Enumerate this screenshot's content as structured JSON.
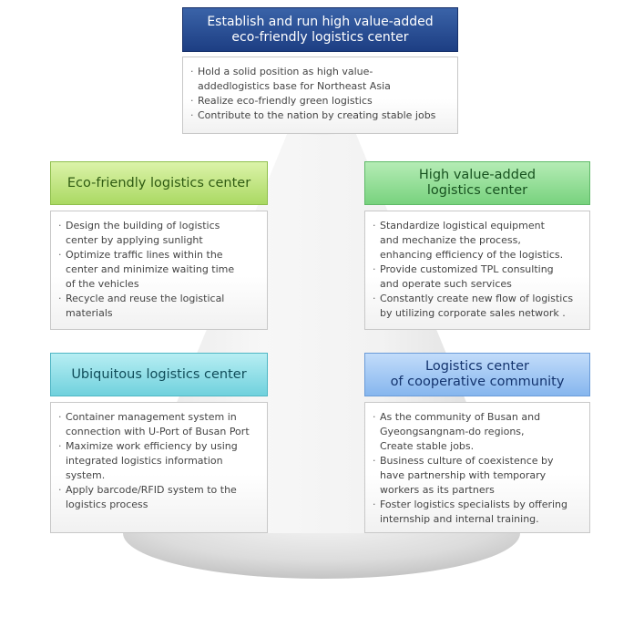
{
  "top": {
    "title": "Establish and run high value-added\neco-friendly logistics center",
    "items": [
      "Hold a solid position as high value-\naddedlogistics base for Northeast Asia",
      "Realize eco-friendly green logistics",
      "Contribute to the nation by creating stable jobs"
    ]
  },
  "eco": {
    "title": "Eco-friendly logistics center",
    "items": [
      "Design the building of logistics\ncenter by applying sunlight",
      "Optimize traffic lines within the\ncenter and minimize waiting time\nof the vehicles",
      "Recycle and reuse the logistical\nmaterials"
    ]
  },
  "value": {
    "title": "High value-added\nlogistics center",
    "items": [
      "Standardize logistical equipment\nand mechanize the process,\nenhancing efficiency of the logistics.",
      "Provide customized TPL consulting\nand operate such services",
      "Constantly create new flow of logistics\nby utilizing corporate sales network ."
    ]
  },
  "ubi": {
    "title": "Ubiquitous logistics center",
    "items": [
      "Container management system in\nconnection with U-Port of Busan Port",
      "Maximize work efficiency by using\nintegrated logistics information system.",
      "Apply barcode/RFID system to the\nlogistics process"
    ]
  },
  "coop": {
    "title": "Logistics center\nof cooperative community",
    "items": [
      "As the community of Busan and\nGyeongsangnam-do regions,\nCreate stable jobs.",
      "Business culture of coexistence by\nhave partnership with temporary\nworkers as its partners",
      "Foster logistics specialists by offering\ninternship and internal training."
    ]
  },
  "bullet": "·",
  "colors": {
    "cone_light": "#f4f4f4",
    "cone_dark": "#c9c9c9",
    "top_title_bg": "#2a4f96",
    "eco_title_bg": "#c2e887",
    "value_title_bg": "#98df9c",
    "ubi_title_bg": "#93dfe8",
    "coop_title_bg": "#a6c9f4"
  }
}
